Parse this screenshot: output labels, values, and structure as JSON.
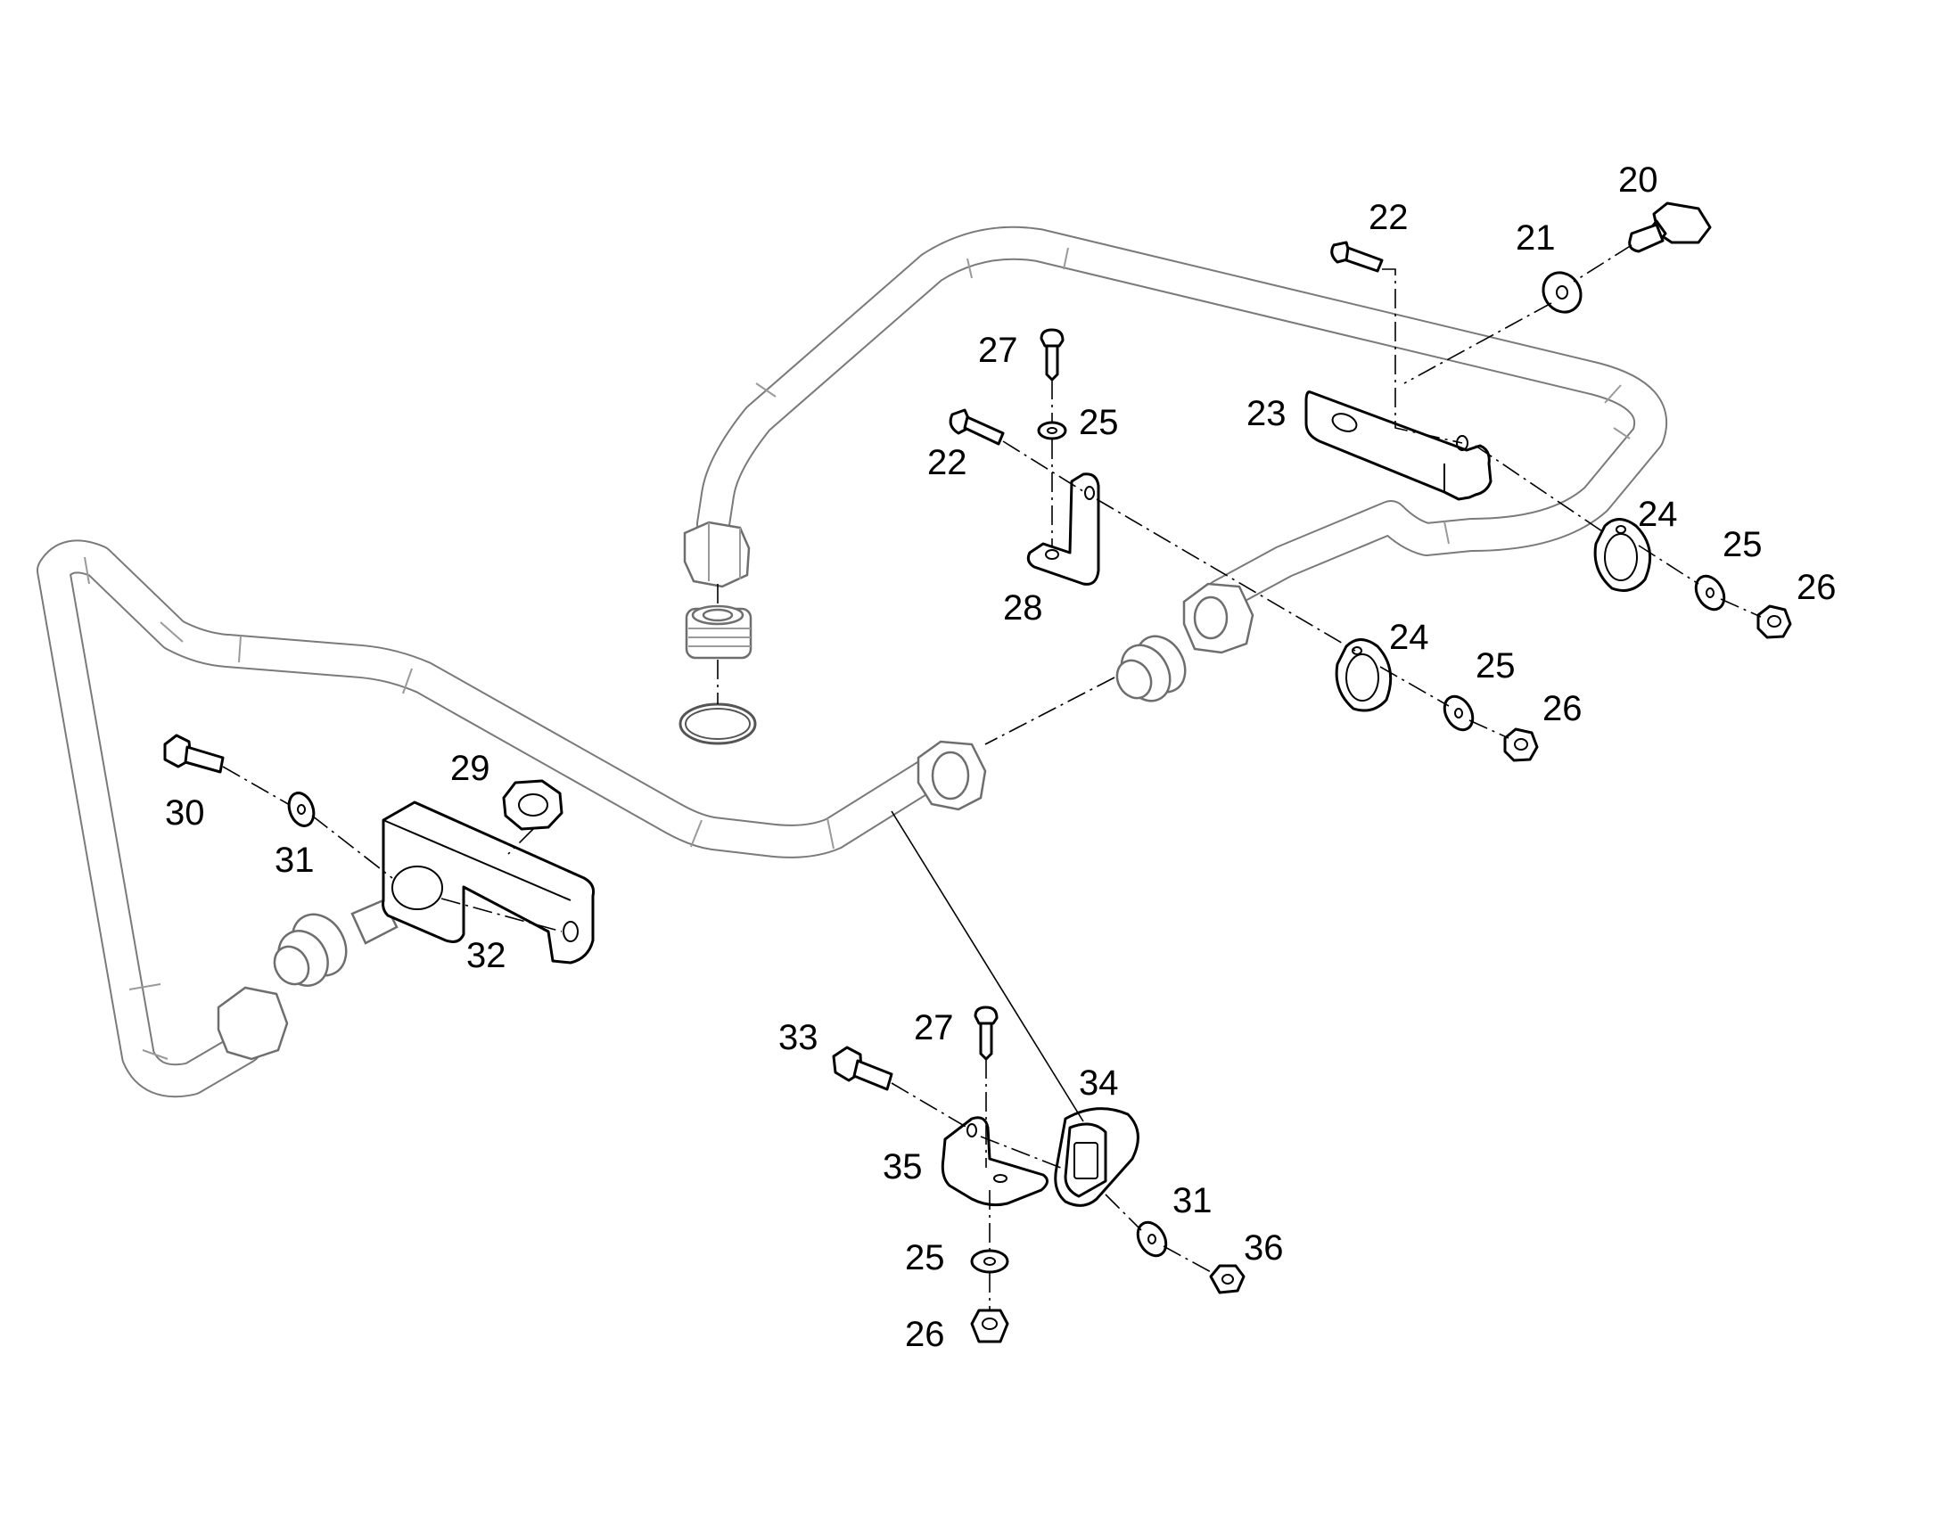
{
  "callouts": {
    "c20": "20",
    "c21": "21",
    "c22a": "22",
    "c22b": "22",
    "c23": "23",
    "c24a": "24",
    "c24b": "24",
    "c25a": "25",
    "c25b": "25",
    "c25c": "25",
    "c25d": "25",
    "c26a": "26",
    "c26b": "26",
    "c26c": "26",
    "c27a": "27",
    "c27b": "27",
    "c28": "28",
    "c29": "29",
    "c30": "30",
    "c31a": "31",
    "c31b": "31",
    "c32": "32",
    "c33": "33",
    "c34": "34",
    "c35": "35",
    "c36": "36"
  }
}
